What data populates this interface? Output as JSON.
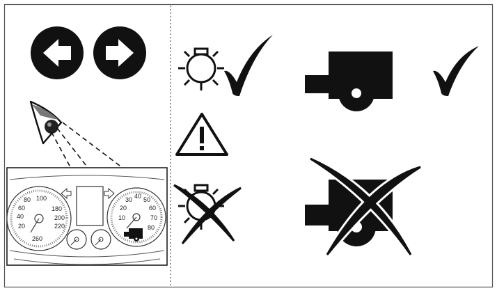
{
  "figure": {
    "colors": {
      "ink": "#111111",
      "frame": "#555555",
      "background": "#ffffff"
    },
    "left_panel": {
      "icons": [
        "turn-signal-left-icon",
        "turn-signal-right-icon",
        "driver-eye-icon"
      ],
      "cluster": {
        "speedometer_labels": [
          "60",
          "80",
          "100",
          "180",
          "200",
          "220",
          "260",
          "40",
          "20"
        ],
        "tachometer_labels": [
          "10",
          "20",
          "30",
          "40",
          "50",
          "60",
          "70",
          "80"
        ]
      }
    },
    "right_panel": {
      "icons": [
        "bulb-failure-icon",
        "check-mark-icon",
        "trailer-icon",
        "check-mark-icon",
        "warning-triangle-icon",
        "bulb-failure-crossed-icon",
        "trailer-crossed-icon"
      ]
    }
  }
}
